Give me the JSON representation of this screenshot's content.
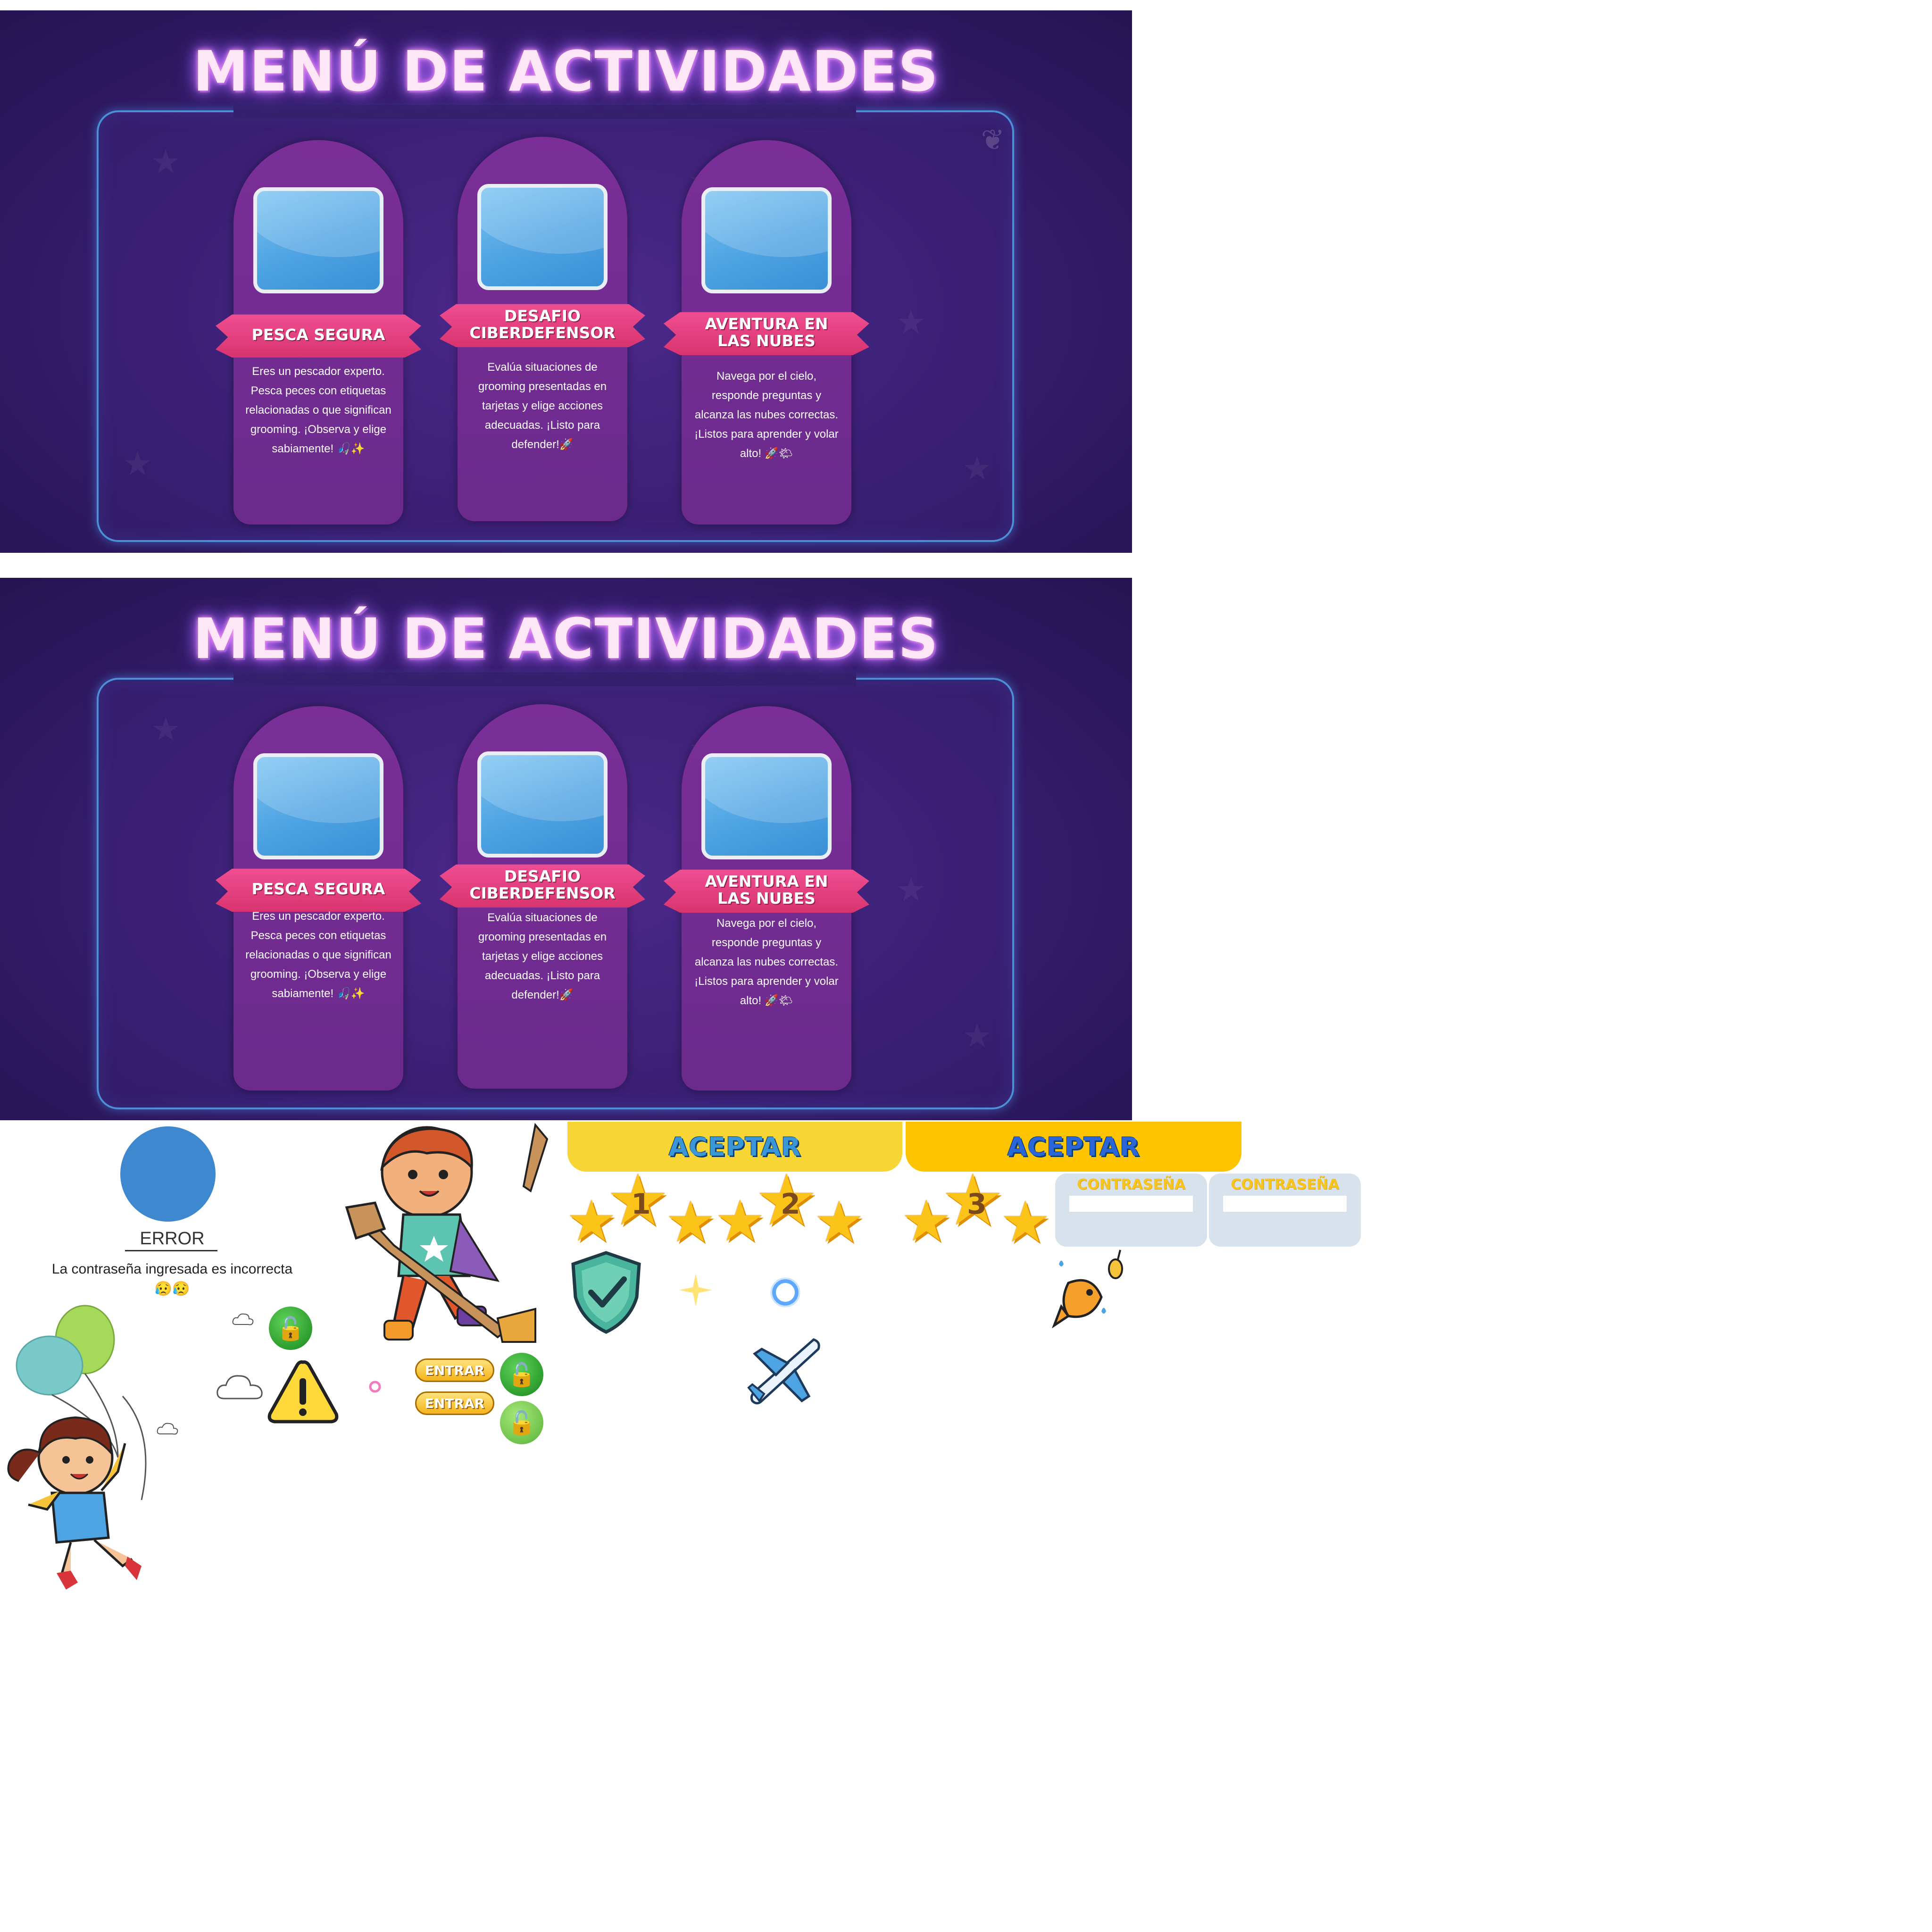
{
  "menu": {
    "title": "MENÚ DE ACTIVIDADES",
    "activities": [
      {
        "name": "PESCA SEGURA",
        "description": "Eres un pescador experto. Pesca peces con etiquetas relacionadas o que significan grooming. ¡Observa y elige sabiamente! 🎣✨"
      },
      {
        "name": "DESAFIO\nCIBERDEFENSOR",
        "description": "Evalúa situaciones de grooming presentadas en tarjetas y elige acciones adecuadas. ¡Listo para defender!🚀"
      },
      {
        "name": "AVENTURA EN\nLAS NUBES",
        "description": "Navega por el cielo, responde preguntas y alcanza las nubes correctas. ¡Listos para aprender y volar alto! 🚀🌤"
      }
    ]
  },
  "assets": {
    "error_title": "ERROR",
    "error_message": "La contraseña ingresada es incorrecta 😥😥",
    "accept_buttons": [
      "ACEPTAR",
      "ACEPTAR"
    ],
    "password_labels": [
      "CONTRASEÑA",
      "CONTRASEÑA"
    ],
    "enter_buttons": [
      "ENTRAR",
      "ENTRAR"
    ],
    "star_numbers": [
      "1",
      "2",
      "3"
    ],
    "icons": [
      "shield-check-icon",
      "sparkle-icon",
      "ring-icon",
      "airplane-icon",
      "warning-icon",
      "fish-hook-icon",
      "lock-open-icon",
      "cloud-icon",
      "balloons-icon"
    ]
  },
  "colors": {
    "panel_bg": "#3a1f72",
    "card": "#7b2e98",
    "ribbon": "#e3417f",
    "frame": "#4d8fd6",
    "accept_yellow": "#f6d535",
    "accept_gold": "#ffc400",
    "error_circle": "#3d88cf"
  }
}
